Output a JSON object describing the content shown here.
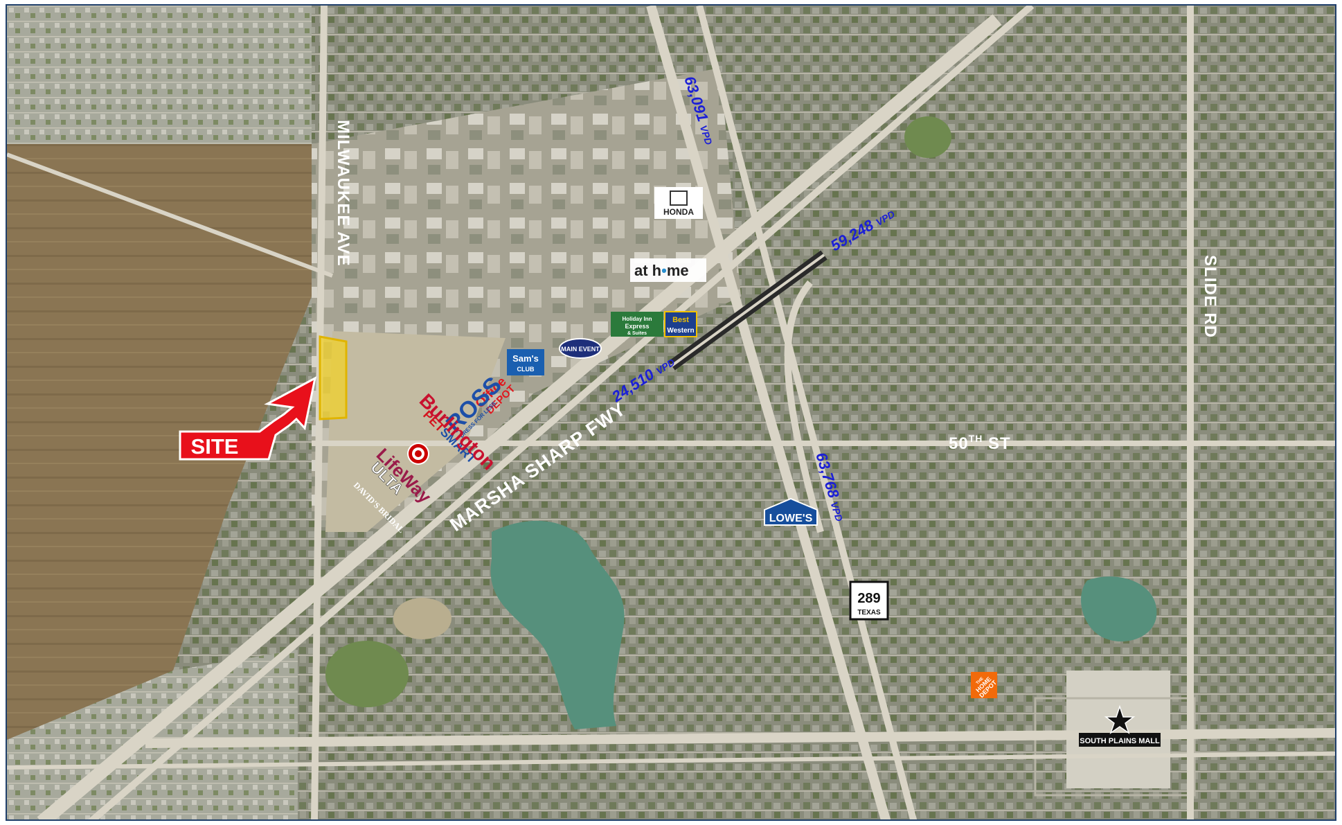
{
  "map": {
    "colors": {
      "urban": "#8e9081",
      "farm": "#86714f",
      "lake": "#56907c",
      "road": "#d9d4c6",
      "arrow": "#e8101b",
      "site": "#f2d22a",
      "vpd": "#1b1fd6"
    },
    "site_label": "SITE",
    "roads": {
      "milwaukee": "MILWAUKEE AVE",
      "marsha": "MARSHA SHARP FWY",
      "slide": "SLIDE RD",
      "fiftieth_main": "50",
      "fiftieth_sup": "TH",
      "fiftieth_suffix": " ST"
    },
    "traffic": {
      "north": "63,091",
      "northeast": "59,248",
      "marsha": "24,510",
      "south": "63,768",
      "unit": "VPD"
    },
    "highway_shield": {
      "number": "289",
      "state": "TEXAS"
    },
    "retailers": {
      "honda": "HONDA",
      "at_home_a": "at h",
      "at_home_b": "me",
      "holiday_a": "Holiday Inn",
      "holiday_b": "Express",
      "holiday_c": "& Suites",
      "best_western_a": "Best",
      "best_western_b": "Western",
      "sams_a": "Sam's",
      "sams_b": "CLUB",
      "main_event": "MAIN EVENT",
      "office_depot_a": "Office",
      "office_depot_b": "DEPOT",
      "ross": "ROSS",
      "ross_sub": "DRESS FOR LESS",
      "petsmart_a": "PET",
      "petsmart_b": "SMART",
      "burlington": "Burlington",
      "lifeway": "LifeWay",
      "ulta": "ULTA",
      "davids_bridal": "DAVID'S BRIDAL",
      "lowes": "LOWE'S",
      "home_depot_a": "THE",
      "home_depot_b": "HOME",
      "home_depot_c": "DEPOT",
      "mall": "SOUTH PLAINS MALL"
    }
  }
}
